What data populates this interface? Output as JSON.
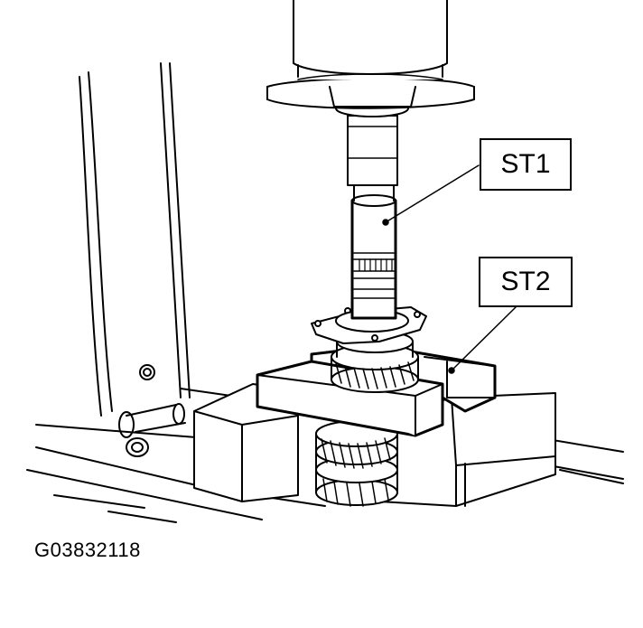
{
  "figure_id": "G03832118",
  "labels": {
    "st1": "ST1",
    "st2": "ST2"
  },
  "colors": {
    "line": "#000000",
    "fill": "#ffffff"
  }
}
